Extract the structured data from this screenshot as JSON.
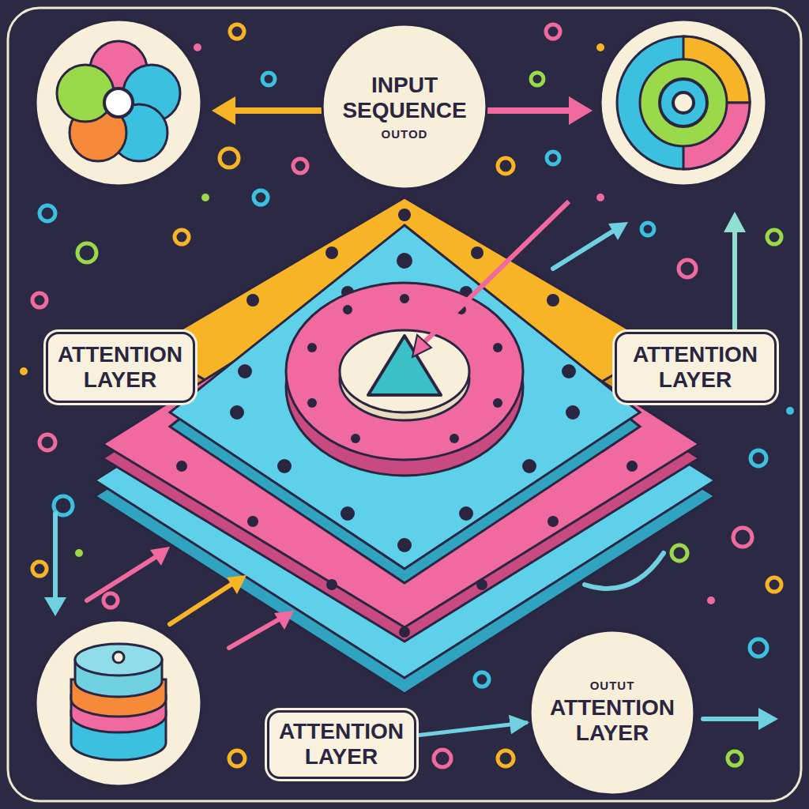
{
  "diagram": {
    "nodes": [
      {
        "text": [
          "INPUT SEQUENCE",
          "OUTOD"
        ]
      },
      {
        "text": [
          "ATTENTION LAYER"
        ]
      },
      {
        "text": [
          "ATTENTION LAYER"
        ]
      },
      {
        "text": [
          "ATTENTION LAYER"
        ]
      },
      {
        "text": [
          "OUTUT",
          "ATTENTION LAYER"
        ]
      }
    ],
    "edges": [
      {
        "from": 3,
        "to": 4,
        "arrow": "to"
      }
    ]
  }
}
